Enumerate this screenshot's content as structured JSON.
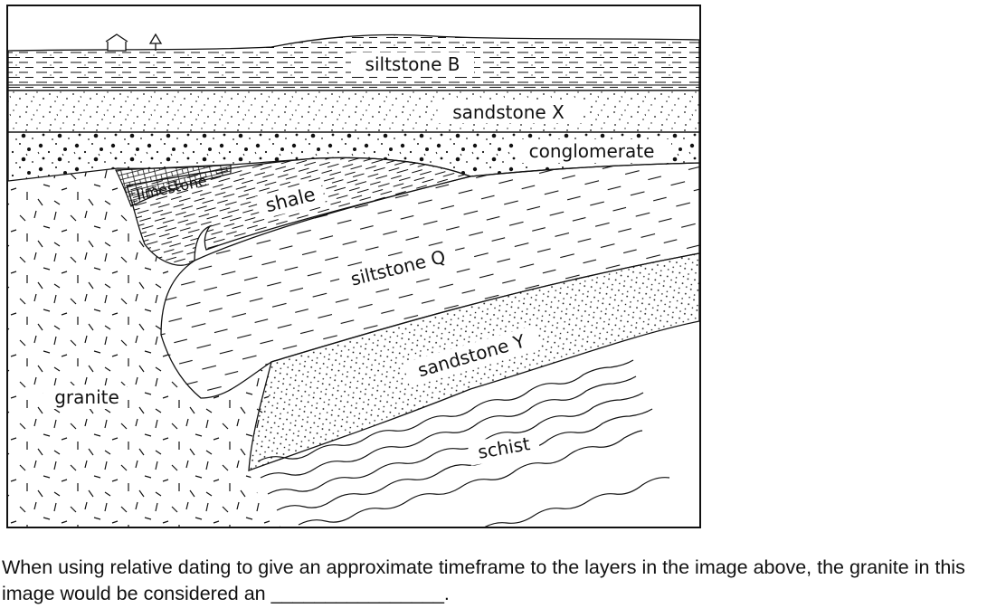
{
  "diagram": {
    "labels": {
      "siltstone_b": "siltstone B",
      "sandstone_x": "sandstone X",
      "conglomerate": "conglomerate",
      "limestone": "limestone",
      "shale": "shale",
      "siltstone_q": "siltstone Q",
      "sandstone_y": "sandstone Y",
      "granite": "granite",
      "schist": "schist"
    },
    "surface_icons": [
      "house-icon",
      "tree-icon"
    ],
    "colors": {
      "line": "#111111",
      "background": "#ffffff"
    }
  },
  "question": {
    "text": "When using relative dating to give an approximate timeframe to the layers in the image above, the granite in this image would be considered an ________________."
  }
}
